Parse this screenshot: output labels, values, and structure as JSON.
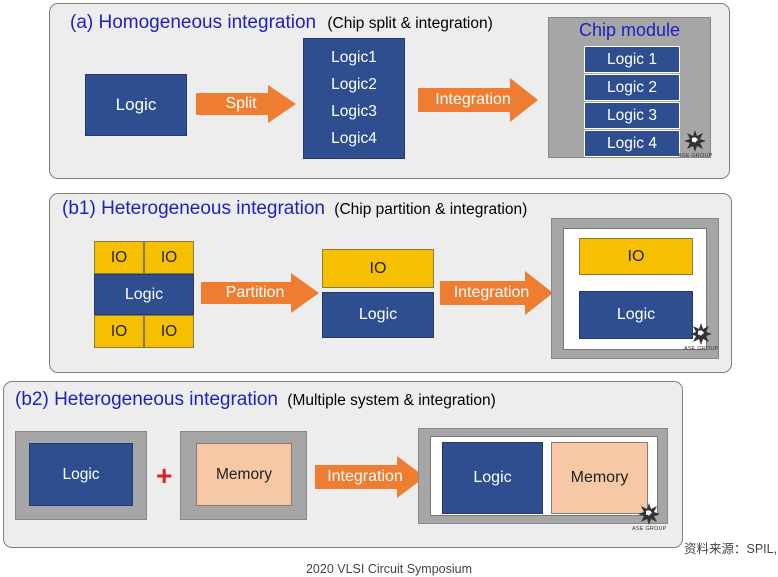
{
  "panel_a": {
    "title": "(a) Homogeneous integration",
    "subtitle": "(Chip split & integration)",
    "logic_label": "Logic",
    "split_label": "Split",
    "split_items": [
      "Logic1",
      "Logic2",
      "Logic3",
      "Logic4"
    ],
    "integration_label": "Integration",
    "module_title": "Chip module",
    "module_items": [
      "Logic 1",
      "Logic 2",
      "Logic 3",
      "Logic 4"
    ],
    "logo_text": "ASE GROUP"
  },
  "panel_b1": {
    "title": "(b1) Heterogeneous integration",
    "subtitle": "(Chip partition & integration)",
    "io_label": "IO",
    "logic_label": "Logic",
    "partition_label": "Partition",
    "integration_label": "Integration",
    "logo_text": "ASE GROUP"
  },
  "panel_b2": {
    "title": "(b2) Heterogeneous integration",
    "subtitle": "(Multiple system & integration)",
    "logic_label": "Logic",
    "plus": "+",
    "memory_label": "Memory",
    "integration_label": "Integration",
    "logo_text": "ASE GROUP"
  },
  "source_note": "资料来源：SPIL,",
  "footer": "2020 VLSI Circuit Symposium",
  "colors": {
    "logic_blue": "#2e4e8f",
    "io_yellow": "#f6c000",
    "memory_peach": "#f6c8a6",
    "arrow_orange": "#ee7d31",
    "title_blue": "#1f1fbf"
  }
}
